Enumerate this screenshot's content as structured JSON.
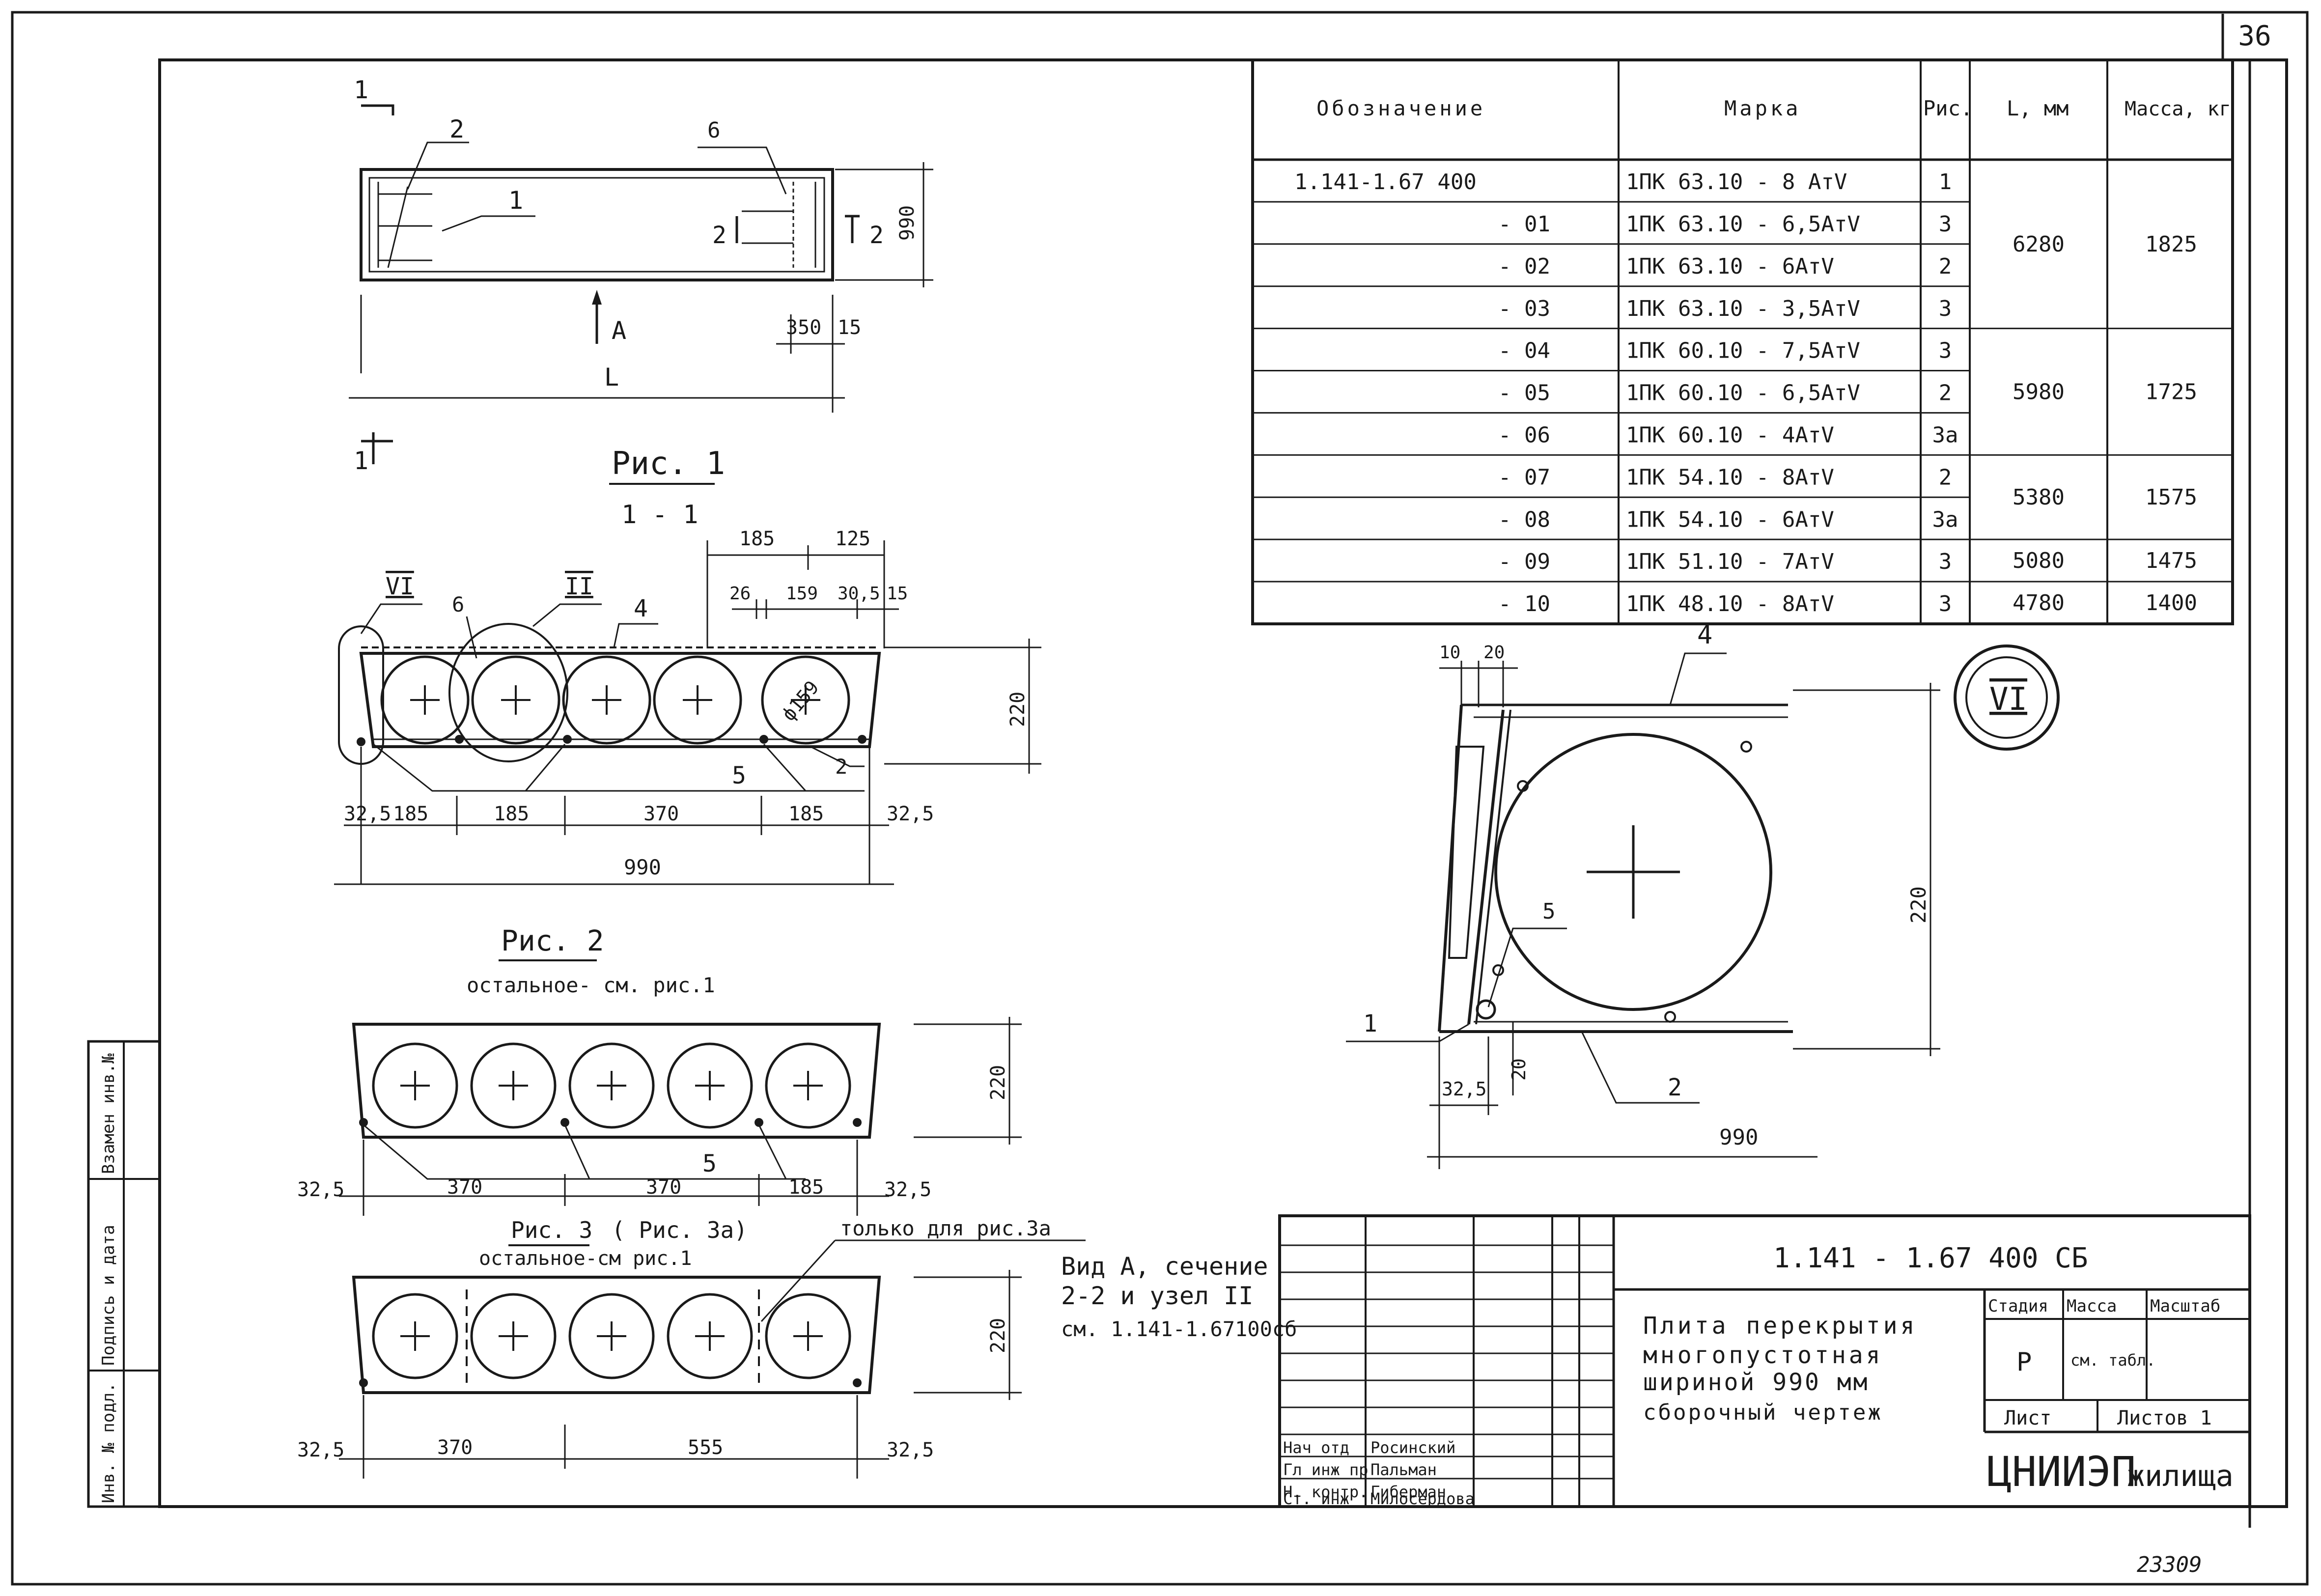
{
  "page_number": "36",
  "archive_number": "23309",
  "fig1": {
    "title": "Рис. 1",
    "section_label": "1 - 1",
    "cut_mark": "1",
    "pos_1": "1",
    "pos_2": "2",
    "pos_6": "6",
    "section_2": "2",
    "view_a": "A",
    "dim_L": "L",
    "dim_990": "990",
    "dim_350": "350",
    "dim_15": "15"
  },
  "section11": {
    "node_vi": "VI",
    "node_ii": "II",
    "pos_6": "6",
    "pos_4": "4",
    "pos_5": "5",
    "pos_2": "2",
    "dia": "ф159",
    "top_185": "185",
    "top_125": "125",
    "top_26": "26",
    "top_159": "159",
    "top_30_5": "30,5",
    "top_15": "15",
    "height": "220",
    "bottom_dims": [
      "32,5",
      "185",
      "185",
      "370",
      "185",
      "32,5"
    ],
    "total": "990"
  },
  "fig2": {
    "title": "Рис. 2",
    "subtitle": "остальное- см. рис.1",
    "pos_5": "5",
    "height": "220",
    "bottom_dims": [
      "32,5",
      "370",
      "370",
      "185",
      "32,5"
    ]
  },
  "fig3": {
    "title": "Рис. 3",
    "title_alt": "( Рис. 3а)",
    "subtitle": "остальное-см рис.1",
    "only_note": "только для рис.3а",
    "height": "220",
    "bottom_dims": [
      "32,5",
      "370",
      "555",
      "32,5"
    ]
  },
  "view_note": [
    "Вид А, сечение",
    "2-2 и узел II",
    "см. 1.141-1.67100сб"
  ],
  "spec_table": {
    "headers": [
      "Обозначение",
      "Марка",
      "Рис.",
      "L, мм",
      "Масса, кг"
    ],
    "rows": [
      {
        "oboz": "1.141-1.67   400",
        "marka": "1ПК 63.10 - 8 АтV",
        "ris": "1",
        "L": "6280",
        "massa": "1825"
      },
      {
        "oboz": "- 01",
        "marka": "1ПК 63.10 - 6,5АтV",
        "ris": "3",
        "L": "",
        "massa": ""
      },
      {
        "oboz": "- 02",
        "marka": "1ПК 63.10 - 6АтV",
        "ris": "2",
        "L": "",
        "massa": ""
      },
      {
        "oboz": "- 03",
        "marka": "1ПК 63.10 - 3,5АтV",
        "ris": "3",
        "L": "",
        "massa": ""
      },
      {
        "oboz": "- 04",
        "marka": "1ПК 60.10 - 7,5АтV",
        "ris": "3",
        "L": "5980",
        "massa": "1725"
      },
      {
        "oboz": "- 05",
        "marka": "1ПК 60.10 - 6,5АтV",
        "ris": "2",
        "L": "",
        "massa": ""
      },
      {
        "oboz": "- 06",
        "marka": "1ПК 60.10 - 4АтV",
        "ris": "3а",
        "L": "",
        "massa": ""
      },
      {
        "oboz": "- 07",
        "marka": "1ПК 54.10 - 8АтV",
        "ris": "2",
        "L": "5380",
        "massa": "1575"
      },
      {
        "oboz": "- 08",
        "marka": "1ПК 54.10 - 6АтV",
        "ris": "3а",
        "L": "",
        "massa": ""
      },
      {
        "oboz": "- 09",
        "marka": "1ПК 51.10 - 7АтV",
        "ris": "3",
        "L": "5080",
        "massa": "1475"
      },
      {
        "oboz": "- 10",
        "marka": "1ПК 48.10 - 8АтV",
        "ris": "3",
        "L": "4780",
        "massa": "1400"
      }
    ]
  },
  "node_vi": {
    "label": "VI",
    "pos_4": "4",
    "pos_5": "5",
    "pos_1": "1",
    "pos_2": "2",
    "dim_10": "10",
    "dim_20_top": "20",
    "dim_220": "220",
    "dim_20_bottom": "20",
    "dim_32_5": "32,5",
    "dim_990": "990"
  },
  "title_block": {
    "doc_code": "1.141 - 1.67   400 СБ",
    "name_lines": [
      "Плита перекрытия",
      "многопустотная",
      "шириной 990 мм",
      "сборочный чертеж"
    ],
    "stage_header": "Стадия",
    "mass_header": "Масса",
    "scale_header": "Масштаб",
    "stage": "Р",
    "mass_value": "см. табл.",
    "sheet_label": "Лист",
    "sheets_label": "Листов 1",
    "org": "ЦНИИЭП",
    "org_suffix": "жилища",
    "roles": [
      {
        "role": "Нач отд",
        "name": "Росинский"
      },
      {
        "role": "Гл инж пр",
        "name": "Пальман"
      },
      {
        "role": "Н. контр.",
        "name": "Гиберман"
      },
      {
        "role": "Ст. инж",
        "name": "Милосердова"
      }
    ]
  },
  "side_stamp": [
    "Инв. № подл.",
    "Подпись и дата",
    "Взамен инв.№"
  ]
}
